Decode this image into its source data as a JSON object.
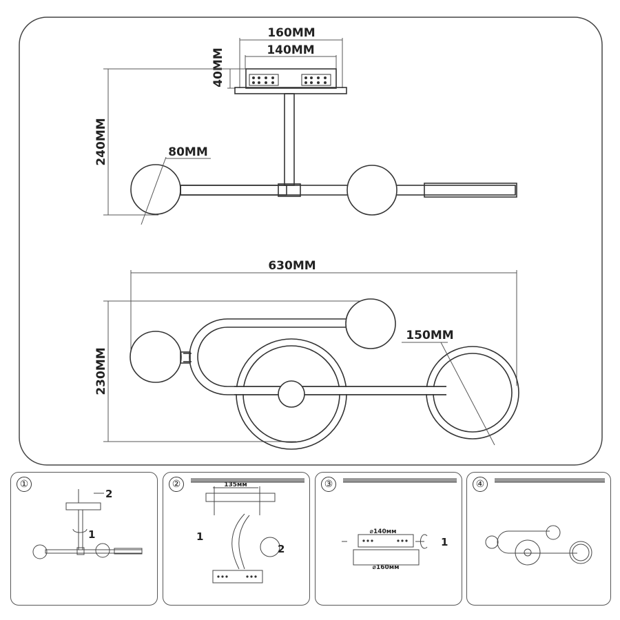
{
  "main": {
    "dims": {
      "canopy_outer": "160MM",
      "canopy_inner": "140MM",
      "canopy_height": "40MM",
      "total_height": "240MM",
      "globe_diameter": "80MM",
      "total_width": "630MM",
      "depth": "230MM",
      "ring_diameter": "150MM"
    }
  },
  "steps": [
    {
      "num": "①",
      "label_1": "1",
      "label_2": "2"
    },
    {
      "num": "②",
      "label_1": "1",
      "label_2": "2",
      "spacing": "135мм"
    },
    {
      "num": "③",
      "label_1": "1",
      "inner": "⌀140мм",
      "outer": "⌀160мм"
    },
    {
      "num": "④"
    }
  ]
}
